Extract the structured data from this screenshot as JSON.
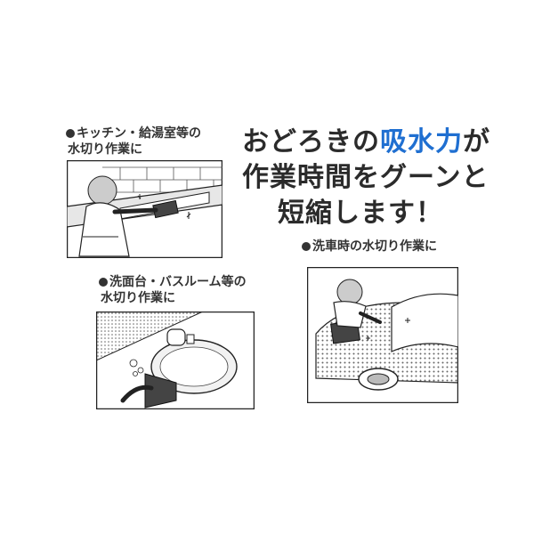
{
  "headline": {
    "line1_prefix": "おどろきの",
    "line1_accent": "吸水力",
    "line1_suffix": "が",
    "line2": "作業時間をグーンと",
    "line3": "短縮します！",
    "accent_color": "#1f6fd1"
  },
  "panels": [
    {
      "id": "kitchen",
      "label_line1": "キッチン・給湯室等の",
      "label_line2": "水切り作業に"
    },
    {
      "id": "bathroom",
      "label_line1": "洗面台・バスルーム等の",
      "label_line2": "水切り作業に"
    },
    {
      "id": "car",
      "label_line1": "洗車時の水切り作業に"
    }
  ],
  "icons": {
    "bullet": "filled-circle-icon"
  }
}
